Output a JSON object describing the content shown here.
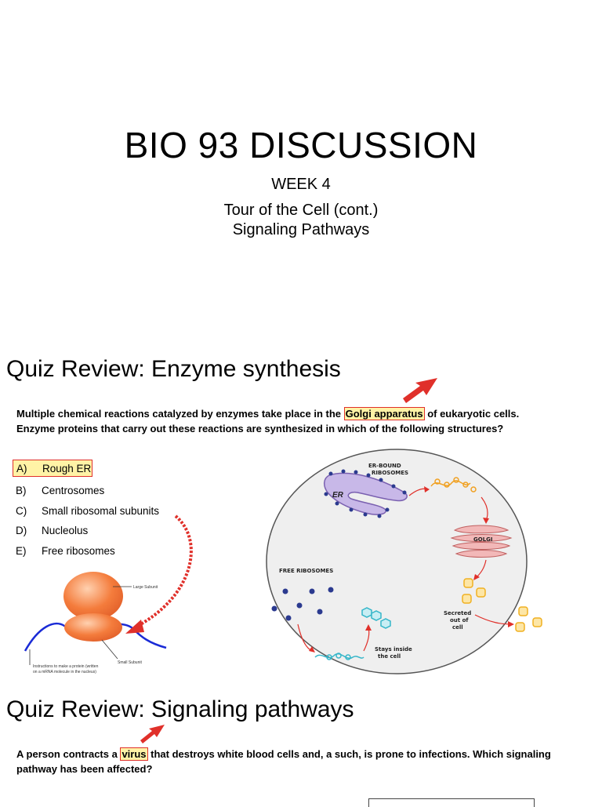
{
  "slide1": {
    "title": "BIO 93  DISCUSSION",
    "week": "WEEK 4",
    "topic_line1": "Tour of the Cell (cont.)",
    "topic_line2": "Signaling Pathways"
  },
  "slide2": {
    "title": "Quiz Review: Enzyme synthesis",
    "question_line1_pre": "Multiple chemical reactions catalyzed by enzymes take place in the ",
    "question_line1_highlight": "Golgi apparatus",
    "question_line1_post": " of eukaryotic cells.",
    "question_line2": "Enzyme proteins that carry out these reactions are synthesized in which of the following structures?",
    "options": [
      {
        "letter": "A)",
        "text": "Rough ER",
        "highlighted": true
      },
      {
        "letter": "B)",
        "text": "Centrosomes",
        "highlighted": false
      },
      {
        "letter": "C)",
        "text": "Small ribosomal subunits",
        "highlighted": false
      },
      {
        "letter": "D)",
        "text": "Nucleolus",
        "highlighted": false
      },
      {
        "letter": "E)",
        "text": "Free ribosomes",
        "highlighted": false
      }
    ],
    "ribosome_labels": {
      "large": "Large Subunit",
      "small": "Small Subunit",
      "mrna_line1": "Instructions to make a protein (written",
      "mrna_line2": "on a mRNA molecule in the nucleus)"
    },
    "cell_labels": {
      "er_bound_1": "ER-BOUND",
      "er_bound_2": "RIBOSOMES",
      "er": "ER",
      "golgi": "GOLGI",
      "free_ribosomes": "FREE RIBOSOMES",
      "stays_1": "Stays inside",
      "stays_2": "the cell",
      "secreted_1": "Secreted",
      "secreted_2": "out of",
      "secreted_3": "cell"
    }
  },
  "slide3": {
    "title": "Quiz Review: Signaling pathways",
    "question_line1_pre": "A person contracts a ",
    "question_line1_highlight": "virus",
    "question_line1_post": " that destroys white blood cells and, a such, is prone to infections. Which signaling",
    "question_line2": "pathway has been affected?"
  },
  "colors": {
    "highlight_fill": "#fff3a6",
    "highlight_border": "#e0302a",
    "arrow_red": "#e0302a",
    "ribosome_orange": "#f47c3c",
    "er_purple": "#c8b8e8",
    "golgi_pink": "#f2b8b8",
    "vesicle_yellow": "#f7c948",
    "ribosome_navy": "#2b3a8f",
    "protein_teal": "#35b6c9"
  }
}
